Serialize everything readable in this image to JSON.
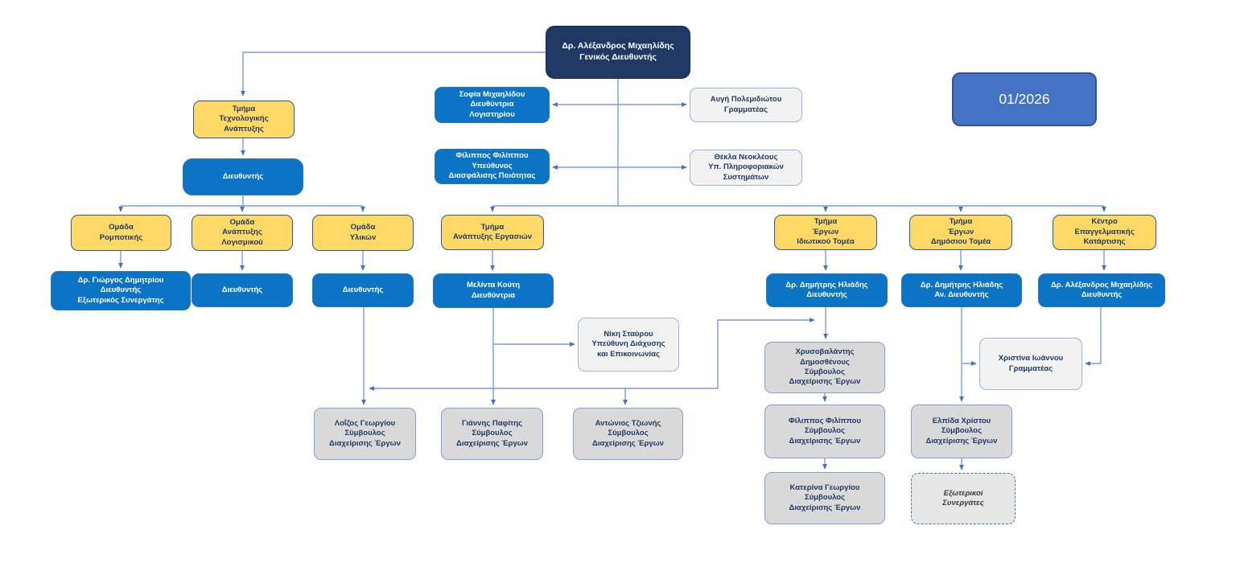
{
  "date_badge": {
    "label": "01/2026"
  },
  "nodes": {
    "root": {
      "label": "Δρ. Αλέξανδρος Μιχαηλίδης\nΓενικός Διευθυντής"
    },
    "dept_tech": {
      "label": "Τμήμα\nΤεχνολογικής\nΑνάπτυξης"
    },
    "dir_tech": {
      "label": "Διευθυντής"
    },
    "sofia": {
      "label": "Σοφία Μιχαηλίδου\nΔιευθύντρια\nΛογιστηρίου"
    },
    "avgi": {
      "label": "Αυγή Πολεμιδιώτου\nΓραμματέας"
    },
    "filippos_quality": {
      "label": "Φίλιππος Φιλίππου\nΥπεύθυνος\nΔιασφάλισης Ποιότητας"
    },
    "thekla": {
      "label": "Θέκλα Νεοκλέους\nΥπ. Πληροφοριακών\nΣυστημάτων"
    },
    "team_robotics": {
      "label": "Ομάδα\nΡομποτικής"
    },
    "team_software": {
      "label": "Ομάδα\nΑνάπτυξης\nΛογισμικού"
    },
    "team_materials": {
      "label": "Ομάδα\nΥλικών"
    },
    "dept_business": {
      "label": "Τμήμα\nΑνάπτυξης Εργασιών"
    },
    "dept_private": {
      "label": "Τμήμα\nΈργων\nΙδιωτικού Τομέα"
    },
    "dept_public": {
      "label": "Τμήμα\nΈργων\nΔημόσιου Τομέα"
    },
    "dept_vocational": {
      "label": "Κέντρο\nΕπαγγελματικής\nΚατάρτισης"
    },
    "dir_robotics": {
      "label": "Δρ. Γιώργος Δημητρίου\nΔιευθυντής\nΕξωτερικός Συνεργάτης"
    },
    "dir_software": {
      "label": "Διευθυντής"
    },
    "dir_materials": {
      "label": "Διευθυντής"
    },
    "melinda": {
      "label": "Μελίντα Κούτη\nΔιευθύντρια"
    },
    "iliadis_private": {
      "label": "Δρ. Δημήτρης Ηλιάδης\nΔιευθυντής"
    },
    "iliadis_public": {
      "label": "Δρ. Δημήτρης Ηλιάδης\nΑν. Διευθυντής"
    },
    "michailidis_vocational": {
      "label": "Δρ. Αλέξανδρος Μιχαηλίδης\nΔιευθυντής"
    },
    "niki": {
      "label": "Νίκη Σταύρου\nΥπεύθυνη Διάχυσης\nκαι Επικοινωνίας"
    },
    "christina": {
      "label": "Χριστίνα Ιωάννου\nΓραμματέας"
    },
    "chrysovalantis": {
      "label": "Χρυσοβαλάντης\nΔημοσθένους\nΣύμβουλος\nΔιαχείρισης Έργων"
    },
    "loizos": {
      "label": "Λοΐζος Γεωργίου\nΣύμβουλος\nΔιαχείρισης Έργων"
    },
    "giannis": {
      "label": "Γιάννης Παφίτης\nΣύμβουλος\nΔιαχείρισης Έργων"
    },
    "antonios": {
      "label": "Αντώνιος Τζιωνής\nΣύμβουλος\nΔιαχείρισης Έργων"
    },
    "filippos_consultant": {
      "label": "Φίλιππος Φιλίππου\nΣύμβουλος\nΔιαχείρισης Έργων"
    },
    "katerina": {
      "label": "Κατερίνα Γεωργίου\nΣύμβουλος\nΔιαχείρισης Έργων"
    },
    "elpida": {
      "label": "Ελπίδα Χρίστου\nΣύμβουλος\nΔιαχείρισης Έργων"
    },
    "external_partners": {
      "label": "Εξωτερικοί\nΣυνεργάτες"
    }
  }
}
